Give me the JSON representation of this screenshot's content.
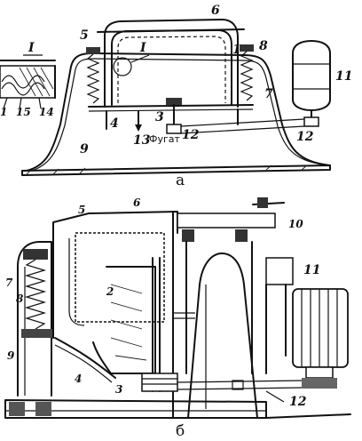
{
  "diagram": {
    "caption_a": "а",
    "caption_b": "б",
    "fugat_label": "Фугат",
    "inset_label": "I",
    "inset_marker_label": "I",
    "labels_a": {
      "l1": "1",
      "l3": "3",
      "l4": "4",
      "l5": "5",
      "l6": "6",
      "l7": "7",
      "l8": "8",
      "l9": "9",
      "l11": "11",
      "l12a": "12",
      "l12b": "12",
      "l13": "13",
      "l14": "14",
      "l15": "15",
      "l1i": "1"
    },
    "labels_b": {
      "l2": "2",
      "l3": "3",
      "l4": "4",
      "l5": "5",
      "l6": "6",
      "l7": "7",
      "l8": "8",
      "l9": "9",
      "l10": "10",
      "l11": "11",
      "l12": "12"
    }
  }
}
